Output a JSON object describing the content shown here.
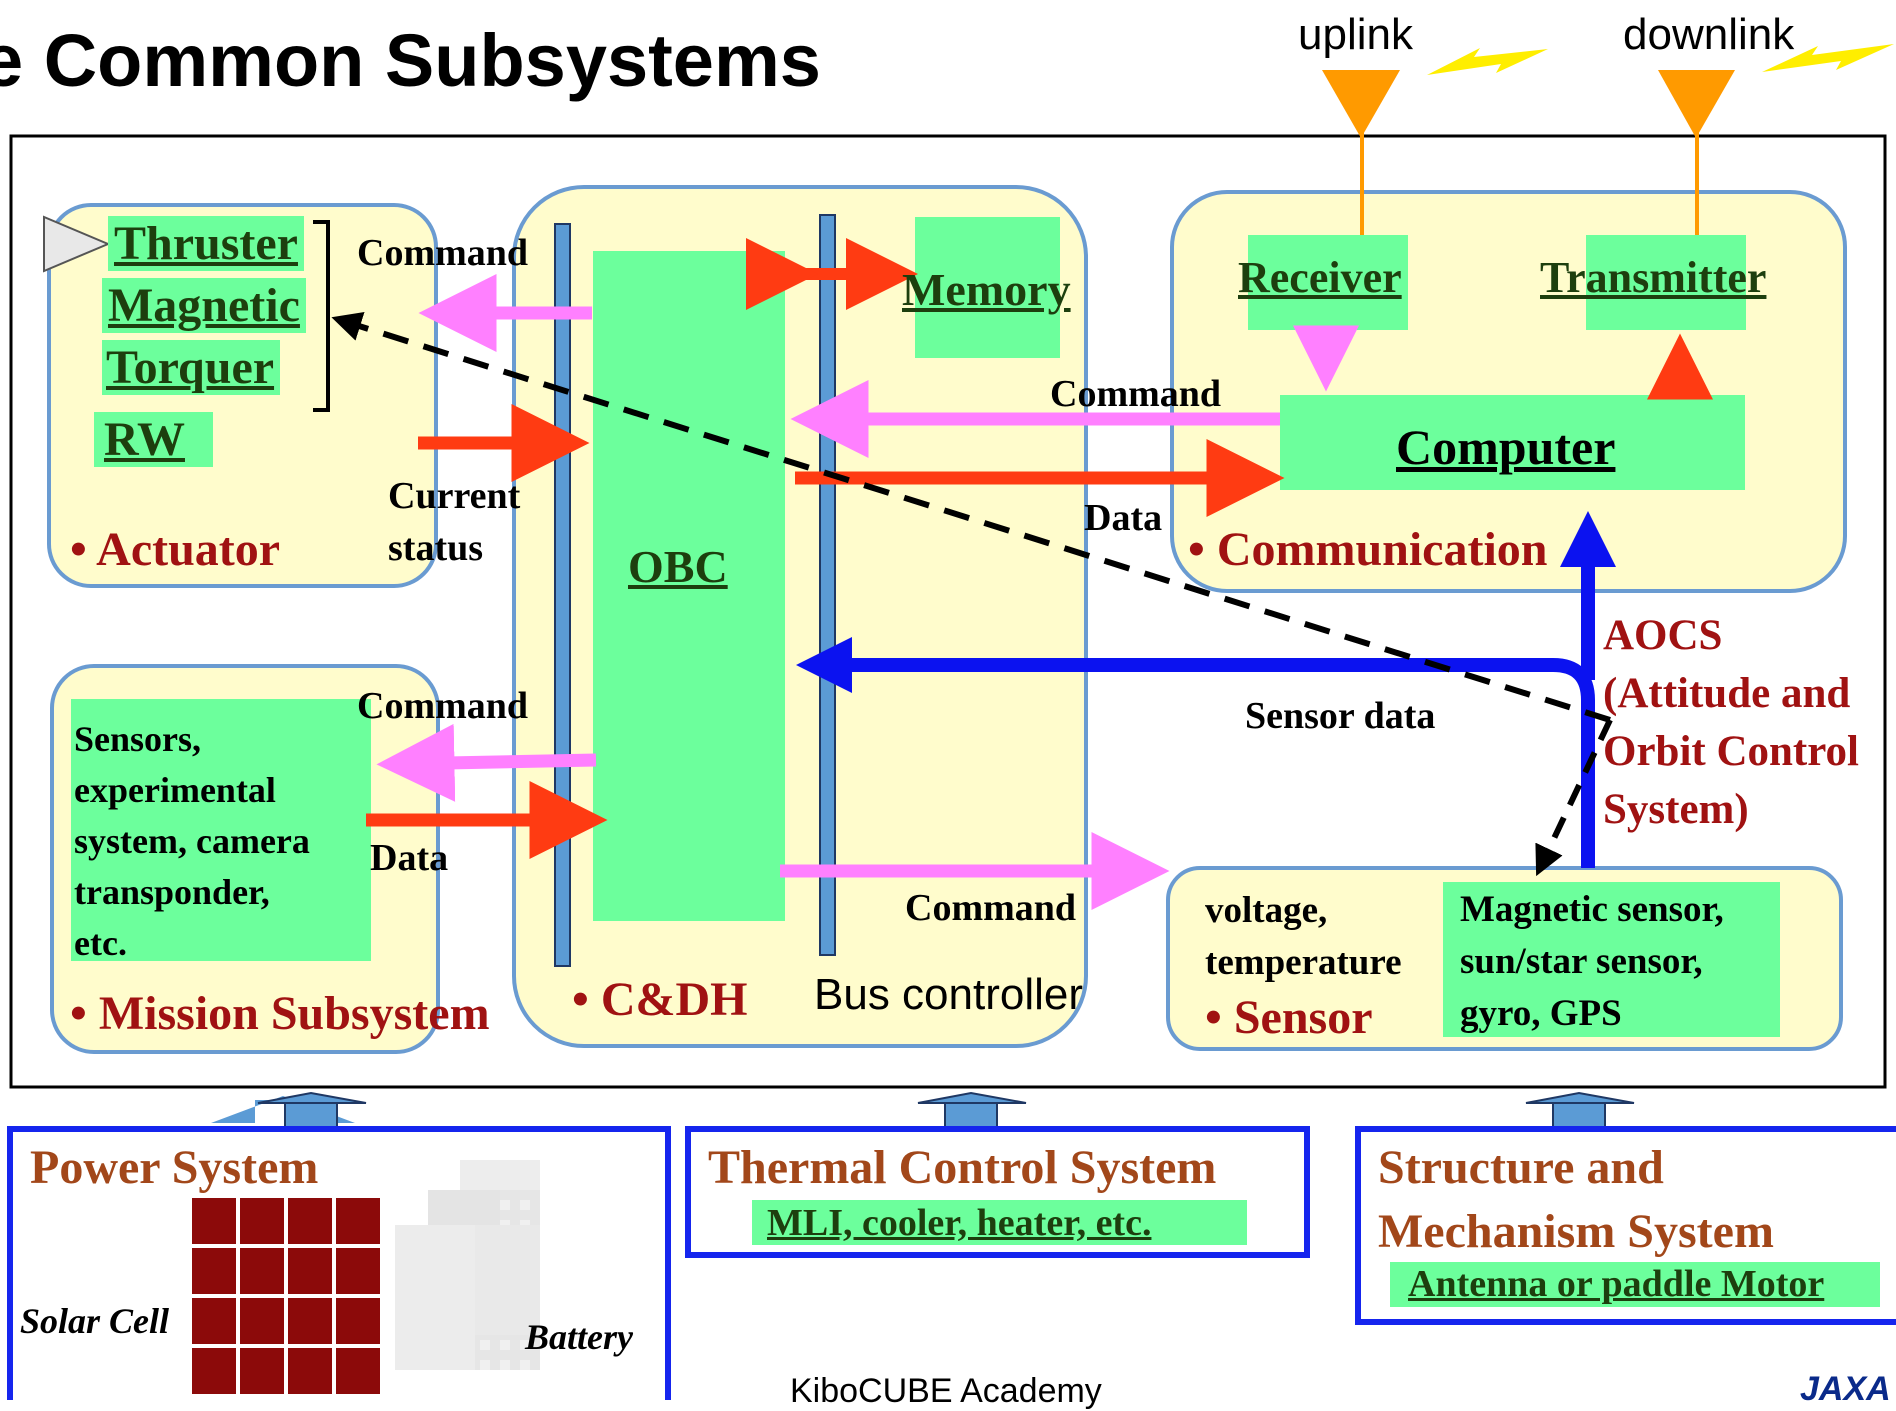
{
  "slide": {
    "title": "e Common Subsystems",
    "footer": "KiboCUBE Academy",
    "logo": "JAXA"
  },
  "antennas": {
    "uplink": "uplink",
    "downlink": "downlink"
  },
  "actuator": {
    "label": "Actuator",
    "thruster": "Thruster",
    "magnetic": "Magnetic",
    "torquer": "Torquer",
    "rw": "RW",
    "command": "Command",
    "current": "Current",
    "status": "status"
  },
  "cdh": {
    "label": "C&DH",
    "obc": "OBC",
    "memory": "Memory",
    "bus_controller": "Bus controller"
  },
  "communication": {
    "label": "Communication",
    "receiver": "Receiver",
    "transmitter": "Transmitter",
    "computer": "Computer",
    "command": "Command",
    "data": "Data"
  },
  "mission": {
    "label": "Mission Subsystem",
    "content_lines": [
      "Sensors,",
      "experimental",
      "system, camera",
      "transponder,",
      "etc."
    ],
    "command": "Command",
    "data": "Data"
  },
  "sensor": {
    "label": "Sensor",
    "voltage_lines": [
      "voltage,",
      "temperature"
    ],
    "magnetic_lines": [
      "Magnetic sensor,",
      "sun/star sensor,",
      "gyro, GPS"
    ],
    "command": "Command",
    "sensor_data": "Sensor data"
  },
  "aocs": {
    "lines": [
      "AOCS",
      "(Attitude and",
      "Orbit Control",
      "System)"
    ]
  },
  "power": {
    "title": "Power System",
    "solar_cell": "Solar Cell",
    "battery": "Battery"
  },
  "thermal": {
    "title": "Thermal Control System",
    "items": "MLI, cooler, heater, etc."
  },
  "structure": {
    "title_1": "Structure and",
    "title_2": "Mechanism System",
    "items": "Antenna or paddle Motor"
  },
  "colors": {
    "panel_fill": "#fffccc",
    "panel_border": "#6a9bd1",
    "green_box": "#6cff9c",
    "label_red": "#a01212",
    "system_brown": "#a2471a",
    "arrow_red": "#ff3b12",
    "arrow_pink": "#ff80ff",
    "arrow_blue": "#0b12f0",
    "antenna_orange": "#ff9a00",
    "bottom_border": "#1525ee",
    "cell_red": "#8c0a0a"
  }
}
